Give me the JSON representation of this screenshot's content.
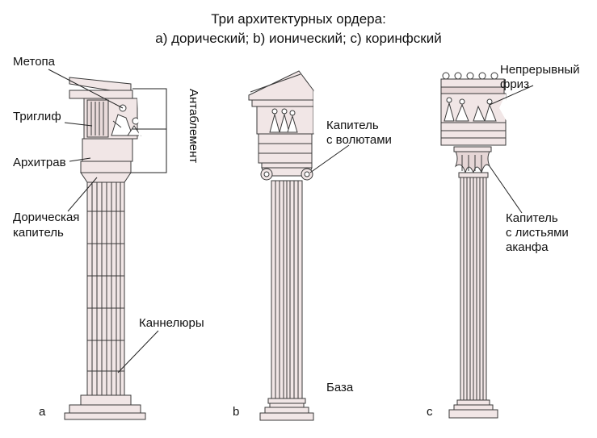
{
  "title": {
    "line1": "Три архитектурных ордера:",
    "line2": "a) дорический; b) ионический; c) коринфский"
  },
  "labels": {
    "metopa": "Метопа",
    "triglif": "Триглиф",
    "arkhitrav": "Архитрав",
    "doric_capital_1": "Дорическая",
    "doric_capital_2": "капитель",
    "antablement": "Антаблемент",
    "volute_capital_1": "Капитель",
    "volute_capital_2": "с волютами",
    "frieze_1": "Непрерывный",
    "frieze_2": "фриз",
    "acanthus_1": "Капитель",
    "acanthus_2": "с листьями",
    "acanthus_3": "аканфа",
    "kannelyury": "Каннелюры",
    "baza": "База",
    "letter_a": "a",
    "letter_b": "b",
    "letter_c": "c"
  },
  "colors": {
    "column_fill": "#f1e6e6",
    "column_shade": "#e6d6d6",
    "line": "#3a3a3a",
    "leader": "#222222",
    "text": "#111111"
  }
}
